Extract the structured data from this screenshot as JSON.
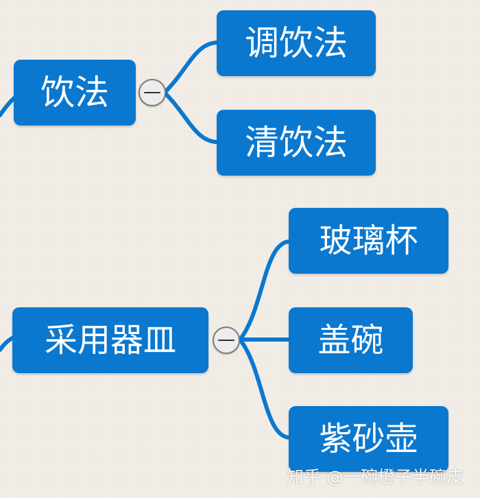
{
  "mindmap": {
    "branch_color": "#0b78cf",
    "groups": [
      {
        "label": "饮法",
        "toggle_symbol": "—",
        "children": [
          "调饮法",
          "清饮法"
        ]
      },
      {
        "label": "采用器皿",
        "toggle_symbol": "—",
        "children": [
          "玻璃杯",
          "盖碗",
          "紫砂壶"
        ]
      }
    ]
  },
  "watermark": "知乎 @一碗橙子半碗皮"
}
